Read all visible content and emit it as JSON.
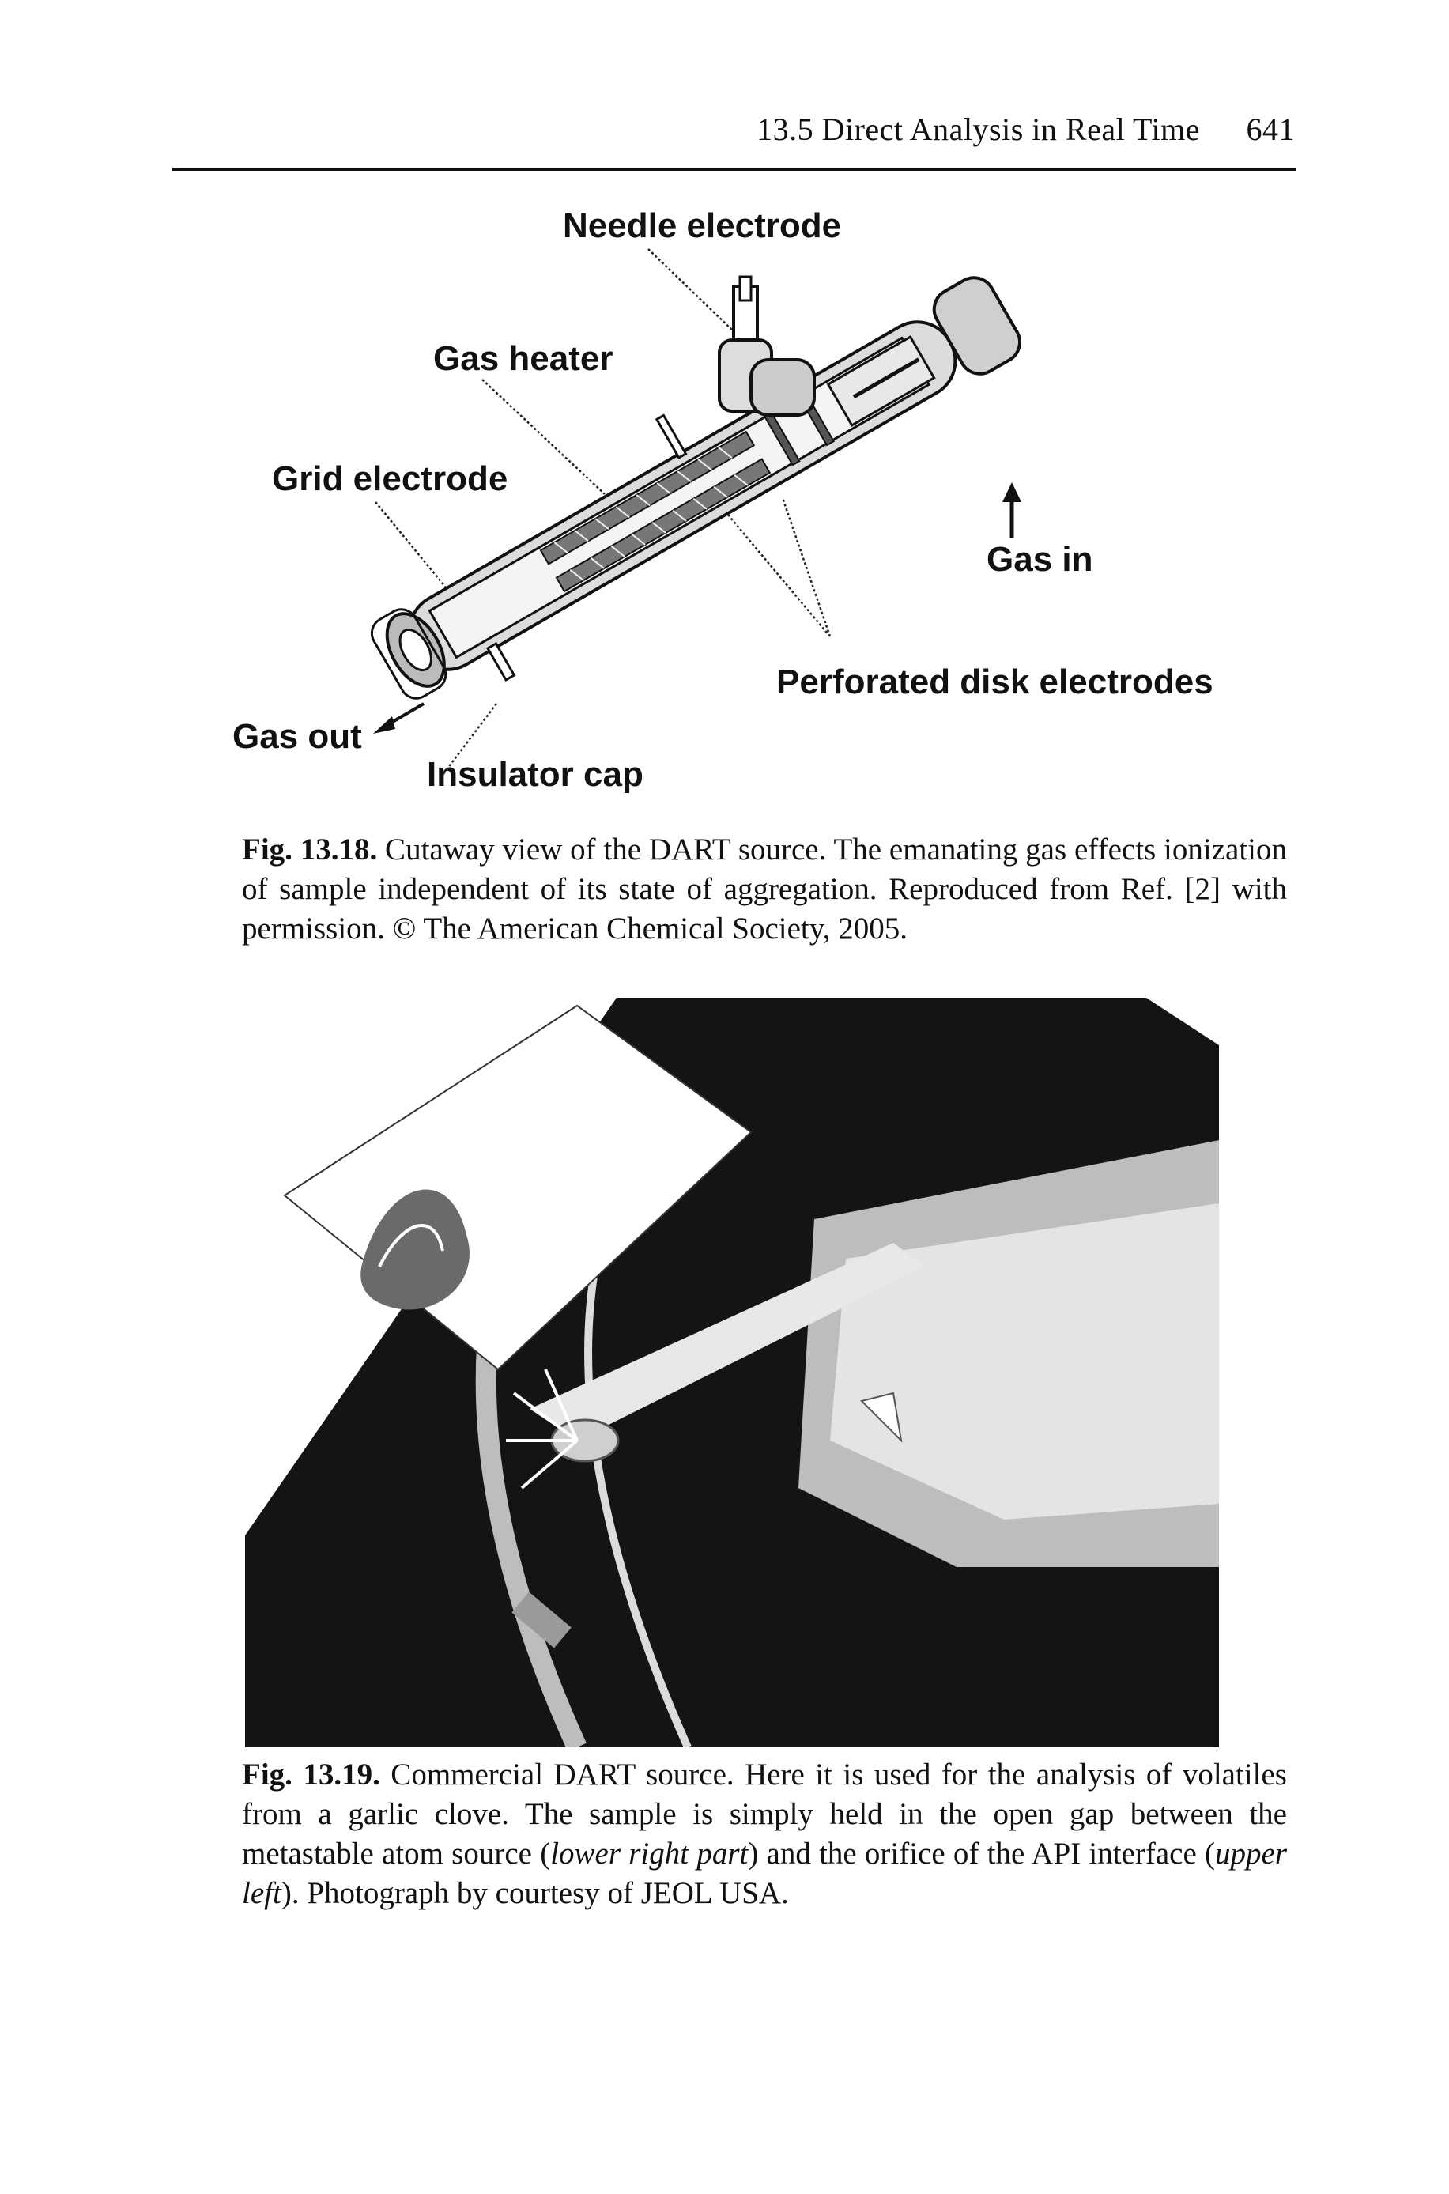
{
  "header": {
    "title": "13.5 Direct Analysis in Real Time",
    "page_number": "641"
  },
  "figure1": {
    "labels": {
      "needle": "Needle electrode",
      "gas_heater": "Gas heater",
      "grid": "Grid electrode",
      "gas_in": "Gas in",
      "perforated": "Perforated disk electrodes",
      "gas_out": "Gas out",
      "insulator": "Insulator cap"
    },
    "caption_label": "Fig. 13.18.",
    "caption_text": " Cutaway view of the DART source. The emanating gas effects ionization of sample independent of its state of aggregation. Reproduced from Ref. [2] with permission. © The American Chemical Society, 2005."
  },
  "figure2": {
    "caption_label": "Fig. 13.19.",
    "caption_text_1": " Commercial DART source. Here it is used for the analysis of volatiles from a garlic clove. The sample is simply held in the open gap between the metastable atom source (",
    "caption_italic_1": "lower right part",
    "caption_text_2": ") and the orifice of the API interface (",
    "caption_italic_2": "upper left",
    "caption_text_3": "). Photograph by courtesy of JEOL USA."
  }
}
